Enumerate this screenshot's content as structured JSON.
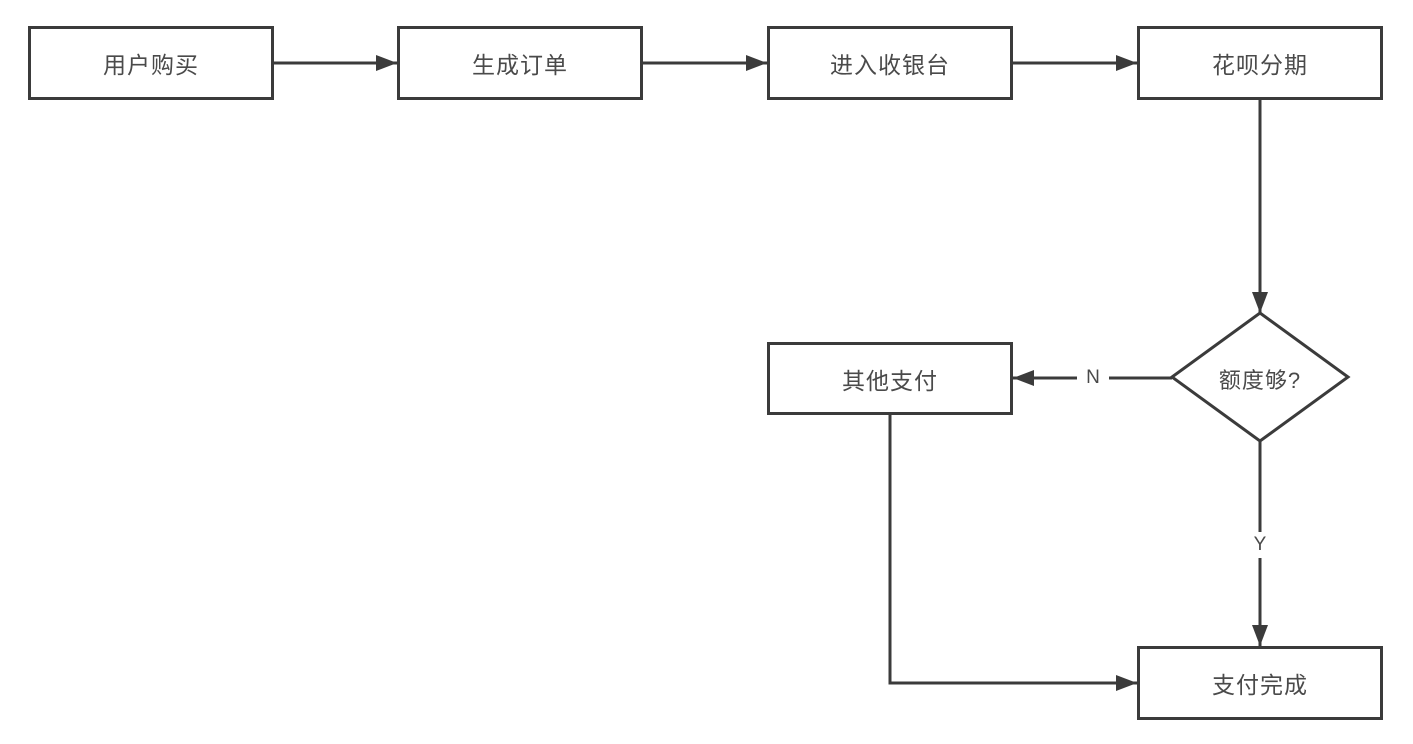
{
  "diagram": {
    "type": "flowchart",
    "background_color": "#ffffff",
    "stroke_color": "#3b3b3b",
    "text_color": "#4a4a4a",
    "nodes": {
      "user_purchase": {
        "label": "用户购买",
        "shape": "rect"
      },
      "generate_order": {
        "label": "生成订单",
        "shape": "rect"
      },
      "enter_cashier": {
        "label": "进入收银台",
        "shape": "rect"
      },
      "huabei_installment": {
        "label": "花呗分期",
        "shape": "rect"
      },
      "quota_decision": {
        "label": "额度够?",
        "shape": "diamond"
      },
      "other_payment": {
        "label": "其他支付",
        "shape": "rect"
      },
      "payment_complete": {
        "label": "支付完成",
        "shape": "rect"
      }
    },
    "edges": [
      {
        "from": "user_purchase",
        "to": "generate_order",
        "label": ""
      },
      {
        "from": "generate_order",
        "to": "enter_cashier",
        "label": ""
      },
      {
        "from": "enter_cashier",
        "to": "huabei_installment",
        "label": ""
      },
      {
        "from": "huabei_installment",
        "to": "quota_decision",
        "label": ""
      },
      {
        "from": "quota_decision",
        "to": "other_payment",
        "label": "N"
      },
      {
        "from": "quota_decision",
        "to": "payment_complete",
        "label": "Y"
      },
      {
        "from": "other_payment",
        "to": "payment_complete",
        "label": ""
      }
    ],
    "edge_labels": {
      "no": "N",
      "yes": "Y"
    }
  }
}
